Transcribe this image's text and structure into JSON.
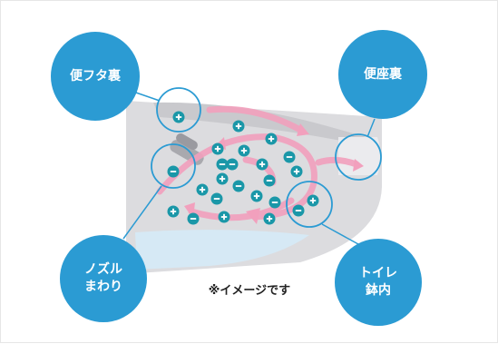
{
  "labels": {
    "lid_underside": "便フタ裏",
    "seat_underside": "便座裏",
    "nozzle_area": "ノズル\nまわり",
    "bowl_inside": "トイレ\n鉢内"
  },
  "caption": "※イメージです",
  "colors": {
    "bubble": "#2b9bd3",
    "ion": "#1a97a8",
    "arrow": "#f2a0bd",
    "toilet": "#dcdcdf",
    "water": "#d6e9f5",
    "ring": "#2b9bd3"
  },
  "icons": {
    "positive": "plus-ion-icon",
    "negative": "minus-ion-icon"
  }
}
